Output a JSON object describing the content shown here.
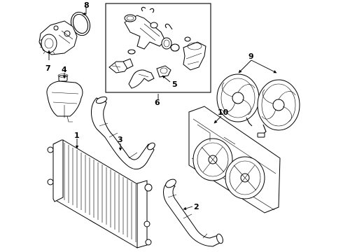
{
  "diagram": {
    "callouts": [
      {
        "id": "1",
        "text": "1"
      },
      {
        "id": "2",
        "text": "2"
      },
      {
        "id": "3",
        "text": "3"
      },
      {
        "id": "4",
        "text": "4"
      },
      {
        "id": "5",
        "text": "5"
      },
      {
        "id": "6",
        "text": "6"
      },
      {
        "id": "7",
        "text": "7"
      },
      {
        "id": "8",
        "text": "8"
      },
      {
        "id": "9",
        "text": "9"
      },
      {
        "id": "10",
        "text": "10"
      }
    ],
    "parts": [
      "water-pump",
      "pump-gasket",
      "coolant-reservoir",
      "thermostat-housing-kit",
      "seal",
      "upper-hose",
      "lower-hose",
      "radiator",
      "fan-shroud",
      "cooling-fan-motor"
    ]
  }
}
